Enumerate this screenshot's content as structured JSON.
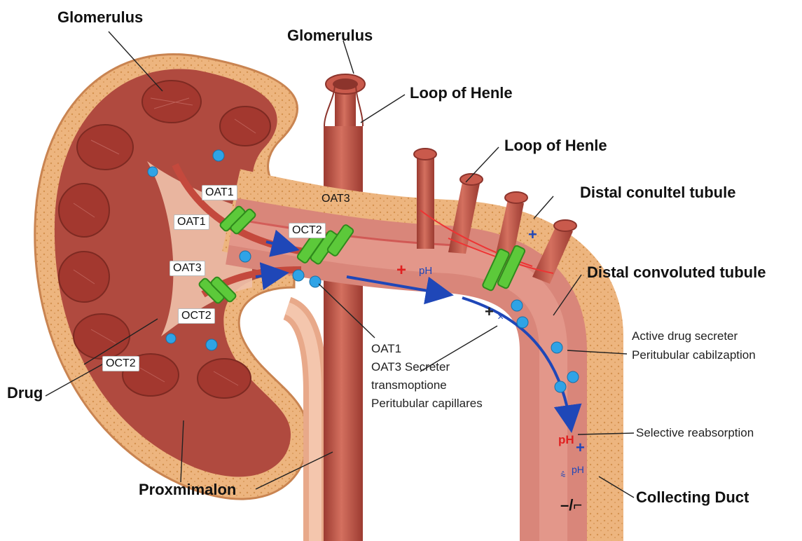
{
  "labels": {
    "glomerulus_top_left": "Glomerulus",
    "glomerulus_top": "Glomerulus",
    "loop_of_henle_1": "Loop of Henle",
    "loop_of_henle_2": "Loop of Henle",
    "distal_conultel": "Distal conultel tubule",
    "distal_convoluted": "Distal convoluted tubule",
    "active_drug_1": "Active drug secreter",
    "active_drug_2": "Peritubular cabilzaption",
    "oat_block_1": "OAT1",
    "oat_block_2": "OAT3 Secreter",
    "oat_block_3": "transmoptione",
    "oat_block_4": "Peritubular capillares",
    "selective": "Selective reabsorption",
    "collecting_duct": "Collecting Duct",
    "drug": "Drug",
    "proxmimalon": "Proxmimalon"
  },
  "transporters": {
    "oat1_a": "OAT1",
    "oat1_b": "OAT1",
    "oat3_a": "OAT3",
    "oct2_a": "OCT2",
    "oat3_b": "OAT3",
    "oct2_b": "OCT2",
    "oct2_c": "OCT2"
  },
  "annotations": {
    "plus_red": "+",
    "ph_blue": "pH",
    "plus_blue_top": "+",
    "cross_mark": "+",
    "x_mark": "×",
    "ph_red": "pH",
    "plus_blue": "+",
    "ph_small": "pH",
    "small_glyph": "⩯",
    "neg_mark": "–/⌐"
  },
  "colors": {
    "capsule": "#e6a77c",
    "cortex": "#f2c7a6",
    "medulla": "#b24a3e",
    "tubule": "#c95a4c",
    "vessel": "#b8473e",
    "transporter": "#5cc93a",
    "drug_dot": "#2fa3e6",
    "flow_arrow": "#1f47b8"
  }
}
